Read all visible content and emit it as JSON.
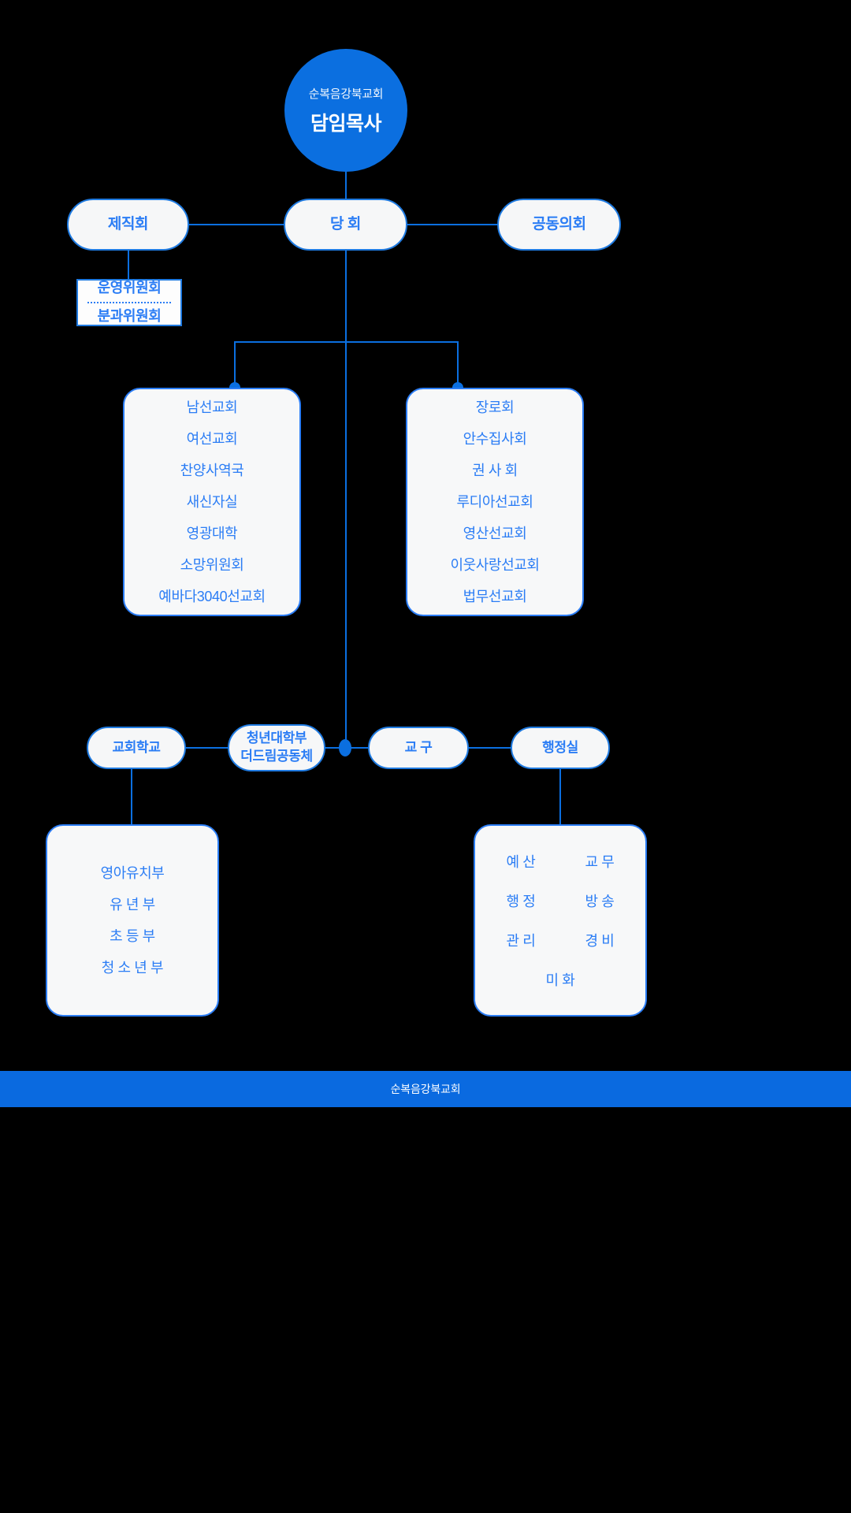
{
  "theme": {
    "background": "#000000",
    "accent": "#0b6fe0",
    "node_text": "#2b7df5",
    "node_fill": "#f7f8f9",
    "node_border": "#2b7df5",
    "footer_bg": "#0a6ae0",
    "footer_text": "#ffffff"
  },
  "chart_data": {
    "type": "diagram",
    "title": "순복음강북교회 조직도"
  },
  "head": {
    "subtitle": "순복음강북교회",
    "title": "담임목사"
  },
  "level2": {
    "left": "제직회",
    "center": "당 회",
    "right": "공동의회"
  },
  "committee_box": {
    "items": [
      "운영위원회",
      "분과위원회"
    ]
  },
  "mission_left": {
    "items": [
      "남선교회",
      "여선교회",
      "찬양사역국",
      "새신자실",
      "영광대학",
      "소망위원회",
      "예바다3040선교회"
    ]
  },
  "mission_right": {
    "items": [
      "장로회",
      "안수집사회",
      "권 사 회",
      "루디아선교회",
      "영산선교회",
      "이웃사랑선교회",
      "법무선교회"
    ]
  },
  "level4": {
    "school": "교회학교",
    "youth_line1": "청년대학부",
    "youth_line2": "더드림공동체",
    "district": "교 구",
    "admin": "행정실"
  },
  "school_departments": {
    "items": [
      "영아유치부",
      "유 년 부",
      "초 등 부",
      "청 소 년 부"
    ]
  },
  "admin_departments": {
    "rows": [
      [
        "예 산",
        "교 무"
      ],
      [
        "행 정",
        "방 송"
      ],
      [
        "관 리",
        "경 비"
      ]
    ],
    "last": "미 화"
  },
  "footer": {
    "label": "순복음강북교회"
  }
}
